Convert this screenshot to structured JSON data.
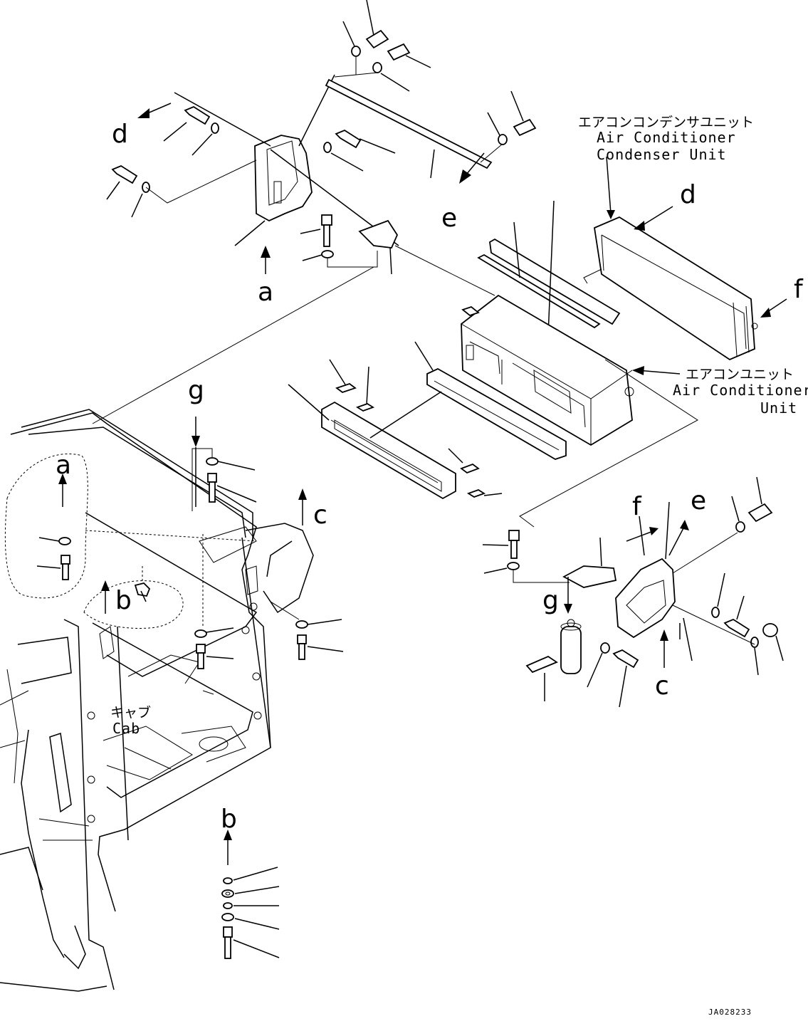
{
  "labels": {
    "condenser_unit_jp": "エアコンコンデンサユニット",
    "condenser_unit_en_1": "Air Conditioner",
    "condenser_unit_en_2": "Condenser Unit",
    "ac_unit_jp": "エアコンユニット",
    "ac_unit_en_1": "Air Conditioner",
    "ac_unit_en_2": "Unit",
    "cab_jp": "キャブ",
    "cab_en": "Cab",
    "drawing_code": "JA028233"
  },
  "callouts": {
    "a_top": "a",
    "a_left": "a",
    "b_left": "b",
    "b_bottom": "b",
    "c_mid": "c",
    "c_right": "c",
    "d_top": "d",
    "d_right": "d",
    "e_top": "e",
    "e_right": "e",
    "f_right": "f",
    "f_bracket": "f",
    "g_mid": "g",
    "g_right": "g"
  }
}
